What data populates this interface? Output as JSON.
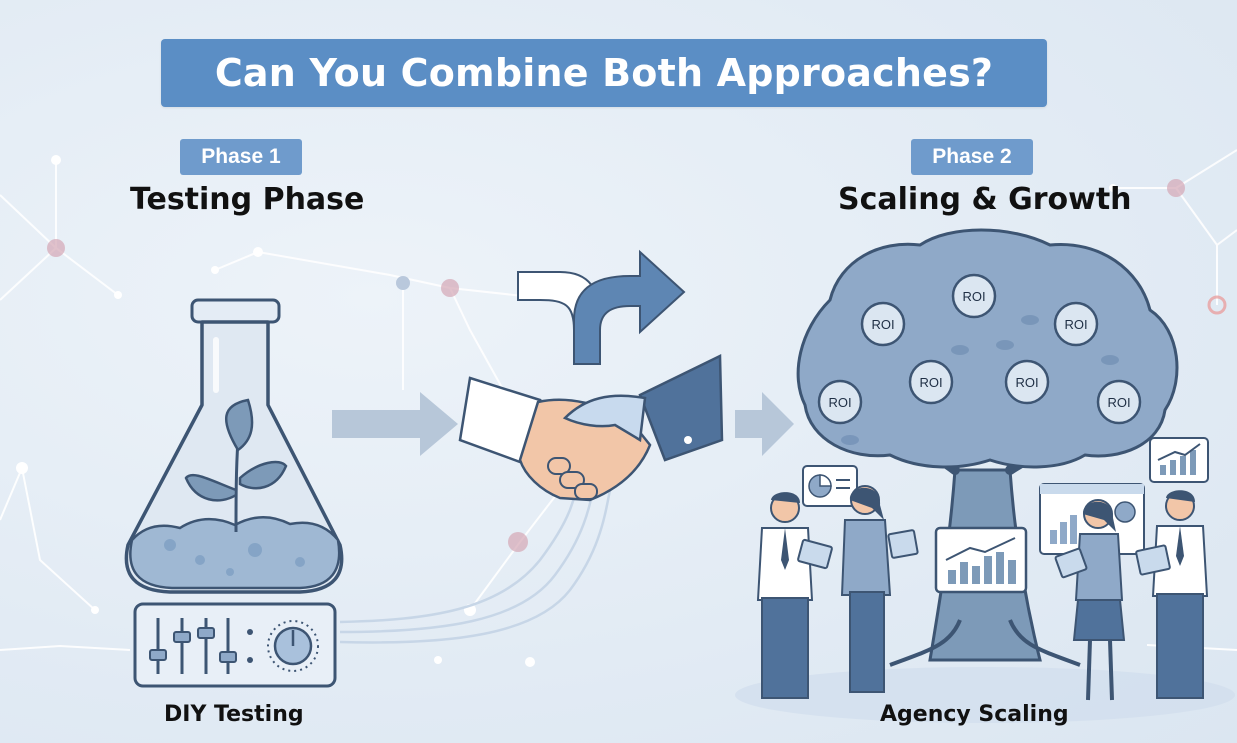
{
  "title": "Can You Combine Both Approaches?",
  "phase1": {
    "tag": "Phase 1",
    "heading": "Testing Phase",
    "label": "DIY Testing"
  },
  "phase2": {
    "tag": "Phase 2",
    "heading": "Scaling & Growth",
    "label": "Agency Scaling"
  },
  "tree_badges": [
    "ROI",
    "ROI",
    "ROI",
    "ROI",
    "ROI",
    "ROI",
    "ROI"
  ],
  "colors": {
    "banner": "#5b8ec5",
    "tag": "#6f9bcc",
    "ink": "#3d5573",
    "light_blue": "#c9daec",
    "accent_red": "#e8a0a0"
  },
  "icons": [
    "flask-icon",
    "sprout-icon",
    "control-panel-icon",
    "handshake-icon",
    "curved-arrow-icon",
    "right-arrow-icon",
    "tree-icon",
    "pie-chart-icon",
    "bar-chart-icon",
    "people-icon"
  ]
}
